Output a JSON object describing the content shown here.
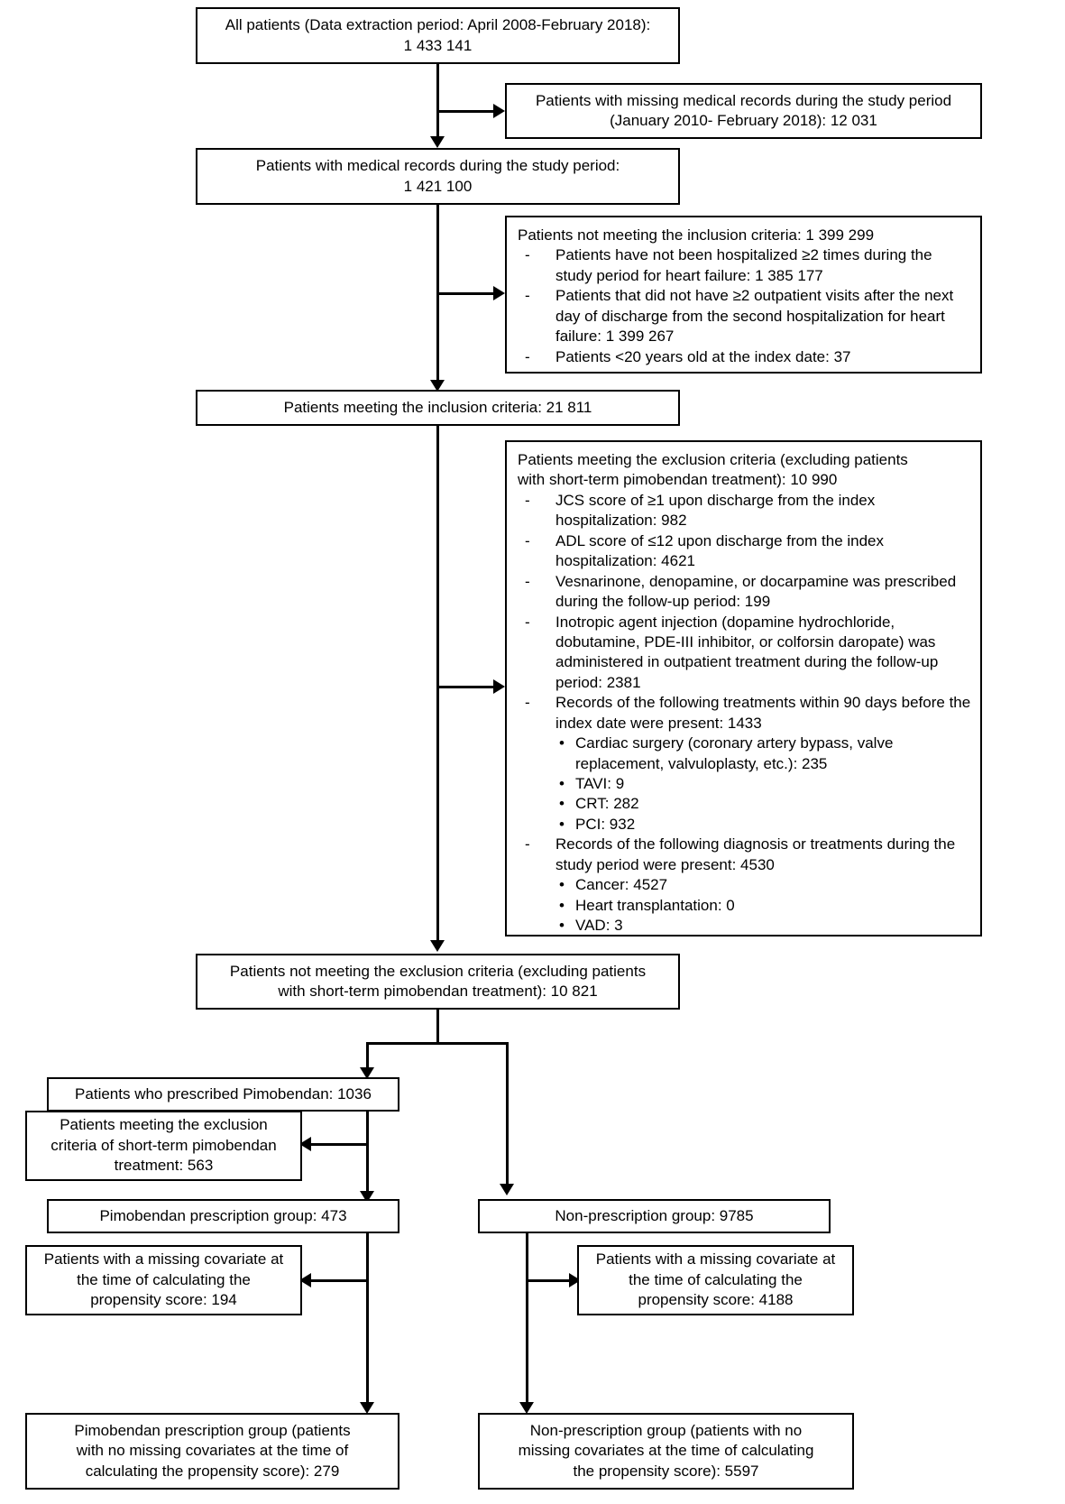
{
  "chart_data": {
    "type": "diagram",
    "title": "Patient selection flow diagram",
    "nodes": [
      {
        "id": "all-patients",
        "label": "All patients (Data extraction period: April 2008-February 2018): 1 433 141",
        "value": 1433141
      },
      {
        "id": "missing-records",
        "label": "Patients with missing medical records during the study period (January 2010- February 2018): 12 031",
        "value": 12031
      },
      {
        "id": "with-records",
        "label": "Patients with medical records during the study period: 1 421 100",
        "value": 1421100
      },
      {
        "id": "not-meeting-inclusion",
        "label": "Patients not meeting the inclusion criteria: 1 399 299",
        "value": 1399299
      },
      {
        "id": "meeting-inclusion",
        "label": "Patients meeting the inclusion criteria: 21 811",
        "value": 21811
      },
      {
        "id": "meeting-exclusion",
        "label": "Patients meeting the exclusion criteria (excluding patients with short-term pimobendan treatment): 10 990",
        "value": 10990
      },
      {
        "id": "not-meeting-exclusion",
        "label": "Patients not meeting the exclusion criteria (excluding patients with short-term pimobendan treatment): 10 821",
        "value": 10821
      },
      {
        "id": "prescribed-pimobendan",
        "label": "Patients who prescribed Pimobendan: 1036",
        "value": 1036
      },
      {
        "id": "short-term-excluded",
        "label": "Patients meeting the exclusion criteria of short-term pimobendan treatment: 563",
        "value": 563
      },
      {
        "id": "pimo-group",
        "label": "Pimobendan prescription group: 473",
        "value": 473
      },
      {
        "id": "nonpres-group",
        "label": "Non-prescription group: 9785",
        "value": 9785
      },
      {
        "id": "pimo-missing-cov",
        "label": "Patients with a missing covariate at the time of calculating the propensity score: 194",
        "value": 194
      },
      {
        "id": "nonpres-missing-cov",
        "label": "Patients with a missing covariate at the time of calculating the propensity score: 4188",
        "value": 4188
      },
      {
        "id": "pimo-final",
        "label": "Pimobendan prescription group (patients with no missing covariates at the time of calculating the propensity score): 279",
        "value": 279
      },
      {
        "id": "nonpres-final",
        "label": "Non-prescription group (patients with no missing covariates at the time of calculating the propensity score): 5597",
        "value": 5597
      }
    ]
  },
  "nodes": {
    "all_patients": {
      "line1": "All patients (Data extraction period: April 2008-February 2018):",
      "line2": "1 433 141"
    },
    "missing_records": {
      "line1": "Patients with missing medical records during the study period",
      "line2": "(January 2010- February 2018): 12 031"
    },
    "with_records": {
      "line1": "Patients with medical records during the study period:",
      "line2": "1 421 100"
    },
    "not_meeting_inclusion": {
      "heading": "Patients not meeting the inclusion criteria: 1 399 299",
      "items": [
        "Patients have not been hospitalized ≥2 times during the study period for heart failure: 1 385 177",
        "Patients that did not have ≥2 outpatient visits after the next day of discharge from the second hospitalization for heart failure: 1 399 267",
        "Patients <20 years old at the index date: 37"
      ]
    },
    "meeting_inclusion": {
      "text": "Patients meeting the inclusion criteria: 21 811"
    },
    "meeting_exclusion": {
      "heading_line1": "Patients meeting the exclusion criteria (excluding patients",
      "heading_line2": "with short-term pimobendan treatment): 10 990",
      "items": [
        {
          "text": "JCS score of ≥1 upon discharge from the index hospitalization: 982",
          "subitems": []
        },
        {
          "text": "ADL score of ≤12 upon discharge from the index hospitalization: 4621",
          "subitems": []
        },
        {
          "text": "Vesnarinone, denopamine, or docarpamine was prescribed during the follow-up period: 199",
          "subitems": []
        },
        {
          "text": "Inotropic agent injection (dopamine hydrochloride, dobutamine, PDE-III inhibitor, or colforsin daropate) was administered in outpatient treatment during the follow-up period: 2381",
          "subitems": []
        },
        {
          "text": "Records of the following treatments within 90 days before the index date were present: 1433",
          "subitems": [
            "Cardiac surgery (coronary artery bypass, valve replacement, valvuloplasty, etc.): 235",
            "TAVI: 9",
            "CRT: 282",
            "PCI: 932"
          ]
        },
        {
          "text": "Records of the following diagnosis or treatments during the study period were present: 4530",
          "subitems": [
            "Cancer: 4527",
            "Heart transplantation: 0",
            "VAD: 3"
          ]
        }
      ]
    },
    "not_meeting_exclusion": {
      "line1": "Patients not meeting the exclusion criteria (excluding patients",
      "line2": "with short-term pimobendan treatment): 10 821"
    },
    "prescribed_pimobendan": {
      "text": "Patients who prescribed Pimobendan: 1036"
    },
    "short_term_excluded": {
      "line1": "Patients meeting the exclusion",
      "line2": "criteria of short-term pimobendan",
      "line3": "treatment: 563"
    },
    "pimo_group": {
      "text": "Pimobendan prescription group: 473"
    },
    "nonpres_group": {
      "text": "Non-prescription group: 9785"
    },
    "pimo_missing_cov": {
      "line1": "Patients with a missing covariate at",
      "line2": "the time of calculating the",
      "line3": "propensity score: 194"
    },
    "nonpres_missing_cov": {
      "line1": "Patients with a missing covariate at",
      "line2": "the time of calculating the",
      "line3": "propensity score: 4188"
    },
    "pimo_final": {
      "line1": "Pimobendan prescription group (patients",
      "line2": "with no missing covariates at the time of",
      "line3": "calculating the propensity score): 279"
    },
    "nonpres_final": {
      "line1": "Non-prescription group (patients with no",
      "line2": "missing covariates at the time of calculating",
      "line3": "the propensity score): 5597"
    }
  },
  "colors": {
    "stroke": "#000000",
    "background": "#ffffff",
    "text": "#000000"
  }
}
